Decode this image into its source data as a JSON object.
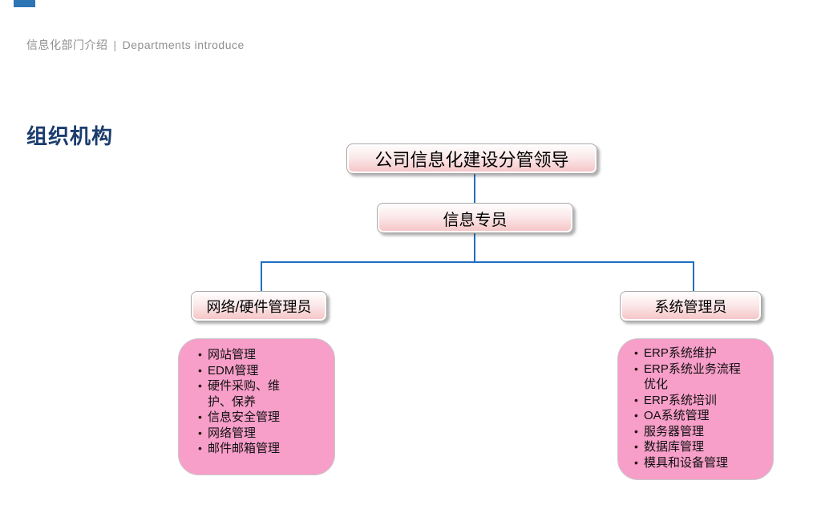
{
  "header": {
    "title_zh": "信息化部门介绍",
    "divider": "|",
    "title_en": "Departments introduce"
  },
  "section_title": "组织机构",
  "org_chart": {
    "bullet": "•",
    "nodes": {
      "leader": "公司信息化建设分管领导",
      "specialist": "信息专员",
      "network_admin": "网络/硬件管理员",
      "system_admin": "系统管理员"
    },
    "duties": {
      "network": {
        "items": [
          [
            "网站管理"
          ],
          [
            "EDM管理"
          ],
          [
            "硬件采购、维",
            "护、保养"
          ],
          [
            "信息安全管理"
          ],
          [
            "网络管理"
          ],
          [
            "邮件邮箱管理"
          ]
        ]
      },
      "system": {
        "items": [
          [
            "ERP系统维护"
          ],
          [
            "ERP系统业务流程",
            "优化"
          ],
          [
            "ERP系统培训"
          ],
          [
            "OA系统管理"
          ],
          [
            "服务器管理"
          ],
          [
            "数据库管理"
          ],
          [
            "模具和设备管理"
          ]
        ]
      }
    }
  },
  "colors": {
    "accent_bar": "#2E75B6",
    "section_title": "#1B3C6E",
    "connector": "#1E6FC2",
    "duty_fill": "#F79EC9",
    "node_fill_bottom": "#F5C2C4",
    "header_text": "#8F8F8F"
  }
}
